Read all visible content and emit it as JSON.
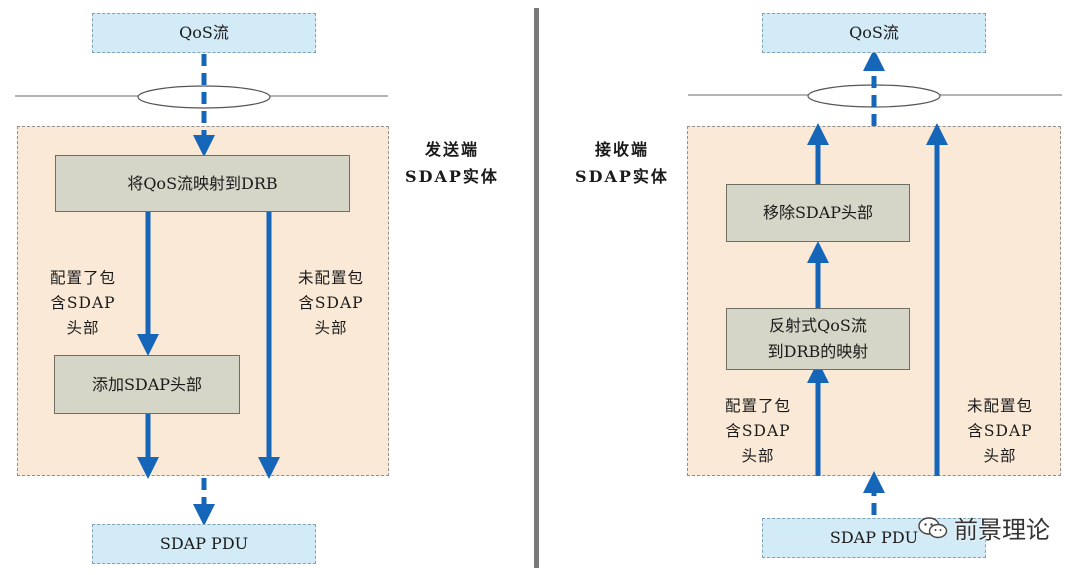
{
  "left": {
    "top_flow": "QoS流",
    "entity_label": [
      "发送端",
      "SDAP实体"
    ],
    "map_box": "将QoS流映射到DRB",
    "add_header_box": "添加SDAP头部",
    "configured_label": [
      "配置了包",
      "含SDAP",
      "头部"
    ],
    "not_configured_label": [
      "未配置包",
      "含SDAP",
      "头部"
    ],
    "bottom_flow": "SDAP PDU"
  },
  "right": {
    "top_flow": "QoS流",
    "entity_label": [
      "接收端",
      "SDAP实体"
    ],
    "remove_header_box": "移除SDAP头部",
    "reflective_box": [
      "反射式QoS流",
      "到DRB的映射"
    ],
    "configured_label": [
      "配置了包",
      "含SDAP",
      "头部"
    ],
    "not_configured_label": [
      "未配置包",
      "含SDAP",
      "头部"
    ],
    "bottom_flow": "SDAP PDU"
  },
  "watermark": "前景理论",
  "colors": {
    "arrow": "#1565b8",
    "flow_box": "#d3ebf6",
    "process_box": "#d6d6c8",
    "entity_bg": "#fbe9d7",
    "divider": "#7a7a7a"
  },
  "icons": {
    "watermark_icon": "wechat-icon"
  }
}
